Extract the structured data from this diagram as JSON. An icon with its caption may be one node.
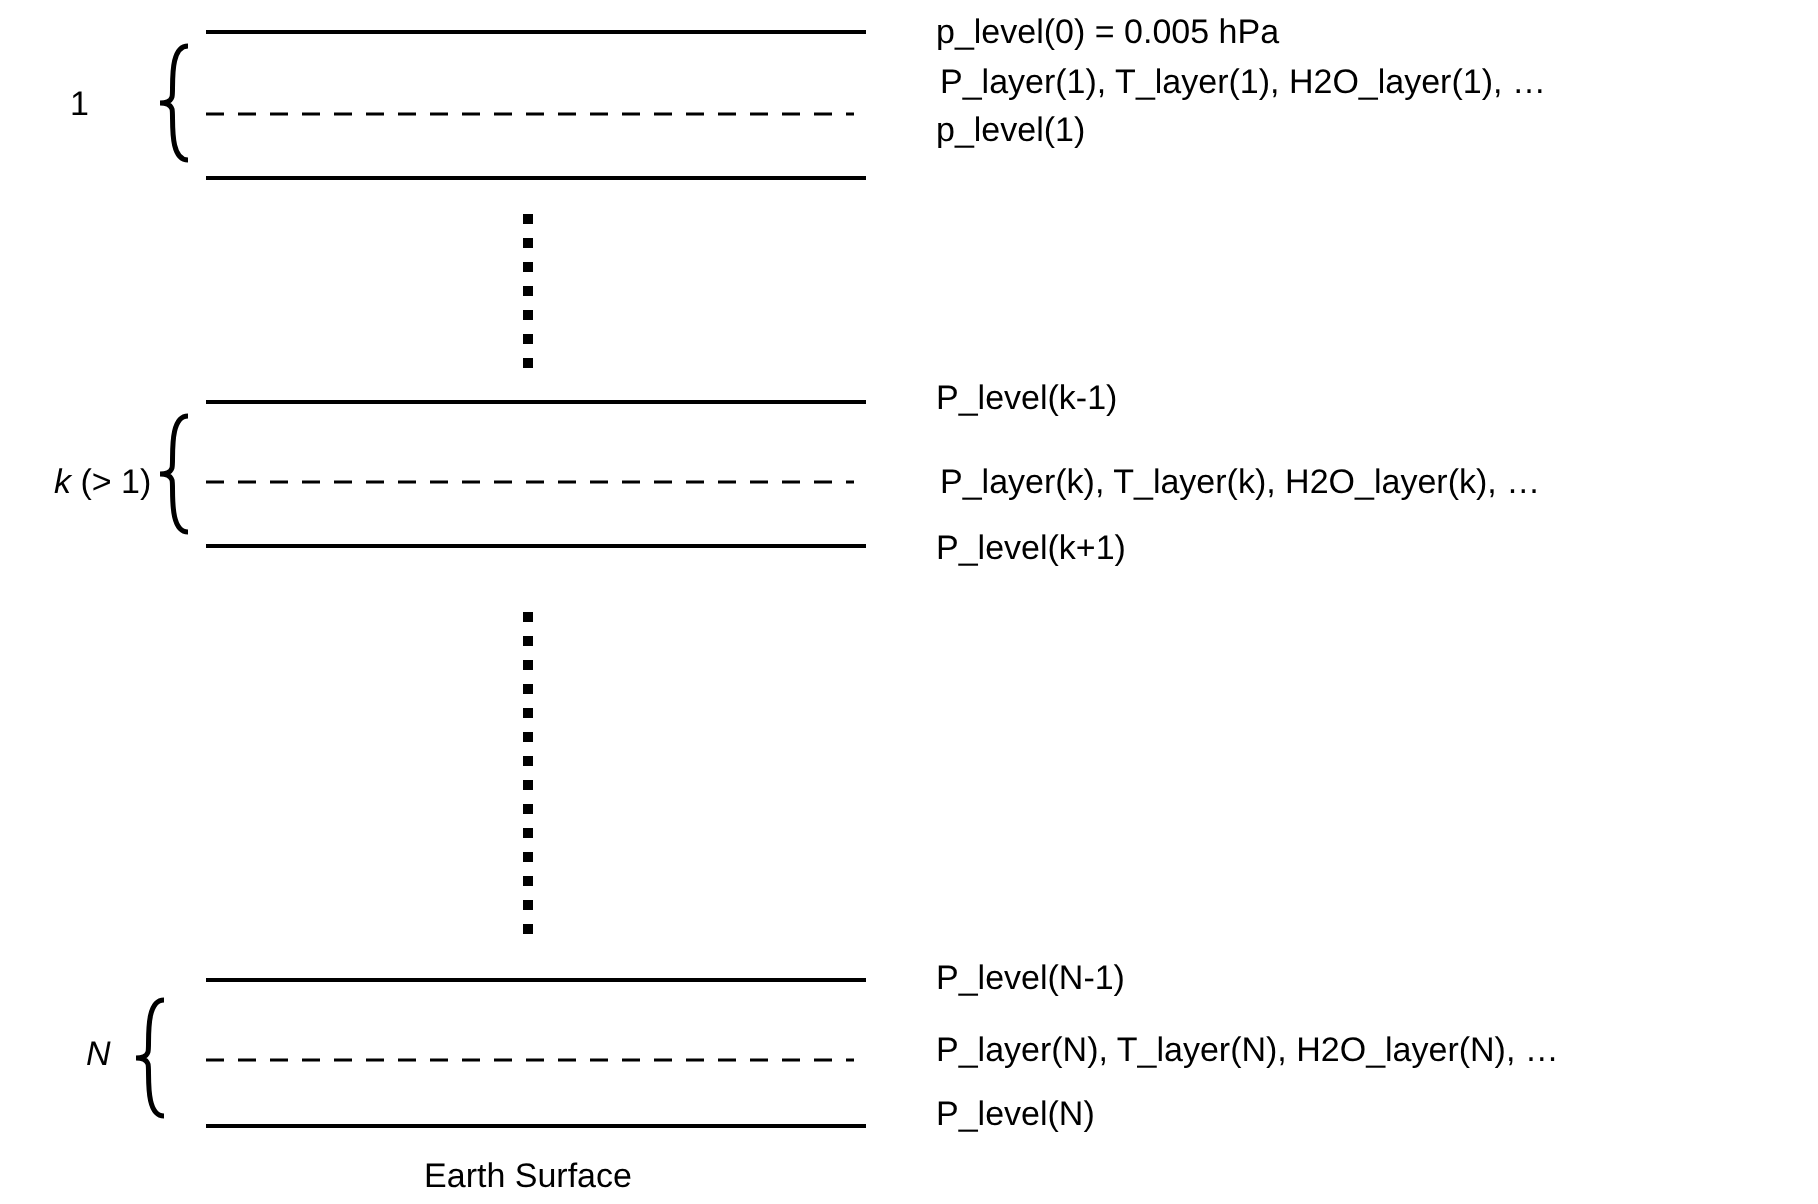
{
  "diagram": {
    "labels": [
      "p_level(0) = 0.005 hPa",
      "1",
      "P_layer(1), T_layer(1), H2O_layer(1), …",
      "p_level(1)",
      "P_level(k-1)",
      "*k* (> 1)",
      "P_layer(k), T_layer(k), H2O_layer(k), …",
      "P_level(k+1)",
      "P_level(N-1)",
      "N",
      "P_layer(N), T_layer(N), H2O_layer(N), …",
      "P_level(N)",
      "Earth Surface"
    ]
  }
}
